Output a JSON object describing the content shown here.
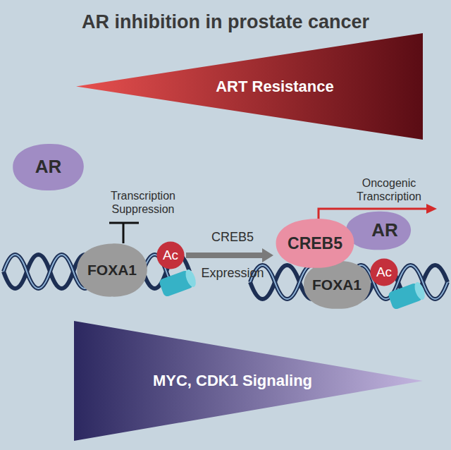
{
  "diagram": {
    "title": "AR inhibition in prostate cancer",
    "nodes": [
      {
        "text": [
          "ART Resistance"
        ]
      },
      {
        "text": [
          "AR"
        ]
      },
      {
        "text": [
          "FOXA1"
        ]
      },
      {
        "text": [
          "Ac"
        ]
      },
      {
        "text": [
          "CREB5"
        ]
      },
      {
        "text": [
          "AR"
        ]
      },
      {
        "text": [
          "FOXA1"
        ]
      },
      {
        "text": [
          "Ac"
        ]
      },
      {
        "text": [
          "MYC, CDK1 Signaling"
        ]
      }
    ],
    "edges": [
      {
        "from": 3,
        "to": 4,
        "arrow": "to"
      }
    ],
    "labels": [
      "Transcription Suppression",
      "CREB5",
      "Expression",
      "Oncogenic Transcription"
    ]
  }
}
